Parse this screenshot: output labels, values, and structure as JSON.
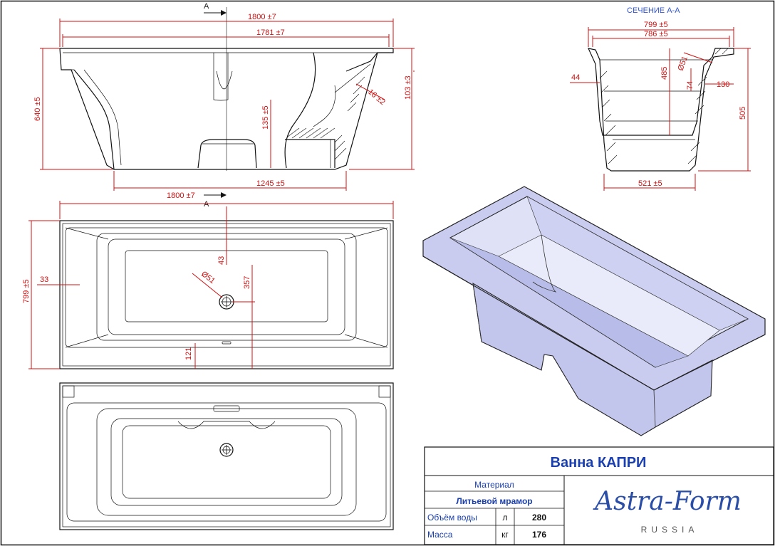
{
  "section_label": "СЕЧЕНИЕ А-А",
  "section_mark": "A",
  "side_view": {
    "dims": {
      "overall_length": "1800 ±7",
      "rim_length": "1781 ±7",
      "height": "640 ±5",
      "rim_height": "103 ±3",
      "wall_angle": "16 ±2",
      "support_height": "135 ±5",
      "base_length": "1245 ±5"
    }
  },
  "section_view": {
    "dims": {
      "outer_width": "799 ±5",
      "inner_width": "786 ±5",
      "left_offset": "44",
      "depth": "485",
      "drain_dia": "Ø51",
      "drain_offset": "74",
      "rim_offset": "130",
      "total_height": "505",
      "base_width": "521 ±5"
    }
  },
  "top_view": {
    "dims": {
      "length": "1800 ±7",
      "width": "799 ±5",
      "edge_offset": "33",
      "drain_top": "43",
      "drain_dia": "Ø51",
      "drain_to_edge": "357",
      "drain_bottom": "121"
    }
  },
  "title_block": {
    "title": "Ванна КАПРИ",
    "material_label": "Материал",
    "material_value": "Литьевой мрамор",
    "volume_label": "Объём воды",
    "volume_unit": "л",
    "volume_value": "280",
    "mass_label": "Масса",
    "mass_unit": "кг",
    "mass_value": "176",
    "logo_text": "Astra-Form",
    "logo_sub": "RUSSIA"
  },
  "colors": {
    "dimension": "#d21010",
    "title": "#1a3fb0",
    "render_body": "#c9ccef",
    "logo": "#2a4ea8"
  }
}
